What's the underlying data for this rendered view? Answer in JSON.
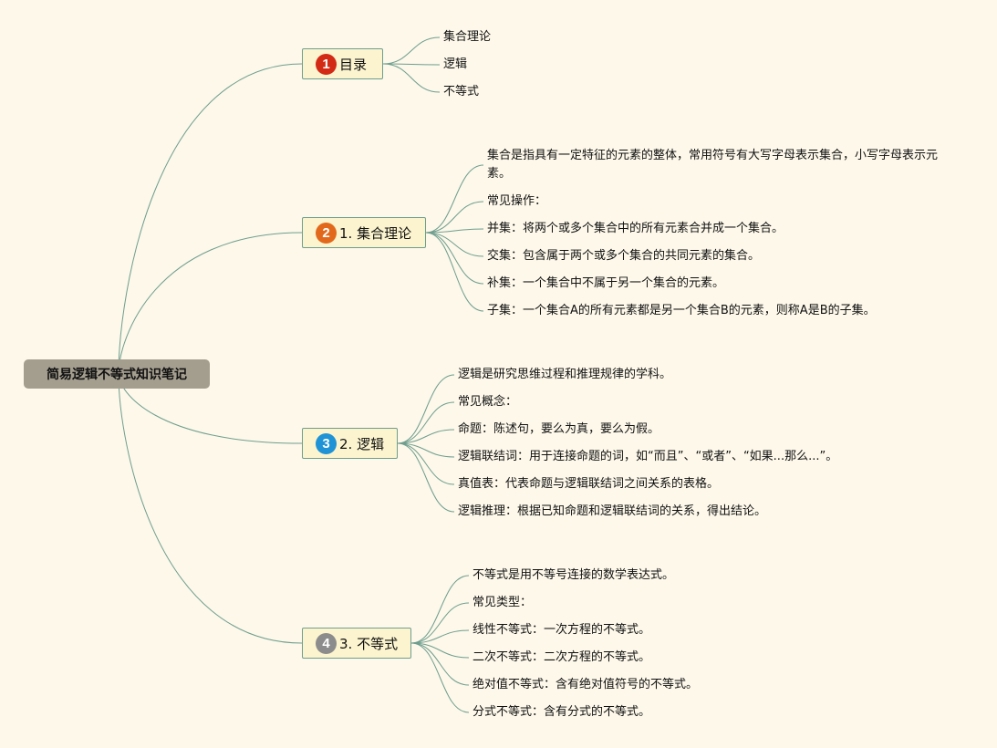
{
  "root": {
    "title": "简易逻辑不等式知识笔记"
  },
  "branches": [
    {
      "badge": "1",
      "badge_color": "#d32a16",
      "label": "目录",
      "leaves": [
        "集合理论",
        "逻辑",
        "不等式"
      ]
    },
    {
      "badge": "2",
      "badge_color": "#e2691b",
      "label": "1. 集合理论",
      "leaves": [
        "集合是指具有一定特征的元素的整体，常用符号有大写字母表示集合，小写字母表示元素。",
        "常见操作：",
        "并集：将两个或多个集合中的所有元素合并成一个集合。",
        "交集：包含属于两个或多个集合的共同元素的集合。",
        "补集：一个集合中不属于另一个集合的元素。",
        "子集：一个集合A的所有元素都是另一个集合B的元素，则称A是B的子集。"
      ]
    },
    {
      "badge": "3",
      "badge_color": "#1f93d6",
      "label": "2. 逻辑",
      "leaves": [
        "逻辑是研究思维过程和推理规律的学科。",
        "常见概念：",
        "命题：陈述句，要么为真，要么为假。",
        "逻辑联结词：用于连接命题的词，如“而且”、“或者”、“如果...那么...”。",
        "真值表：代表命题与逻辑联结词之间关系的表格。",
        "逻辑推理：根据已知命题和逻辑联结词的关系，得出结论。"
      ]
    },
    {
      "badge": "4",
      "badge_color": "#8c8c8c",
      "label": "3. 不等式",
      "leaves": [
        "不等式是用不等号连接的数学表达式。",
        "常见类型：",
        "线性不等式：一次方程的不等式。",
        "二次不等式：二次方程的不等式。",
        "绝对值不等式：含有绝对值符号的不等式。",
        "分式不等式：含有分式的不等式。"
      ]
    }
  ],
  "colors": {
    "line": "#6e9e8e",
    "background": "#fdf8ea"
  }
}
